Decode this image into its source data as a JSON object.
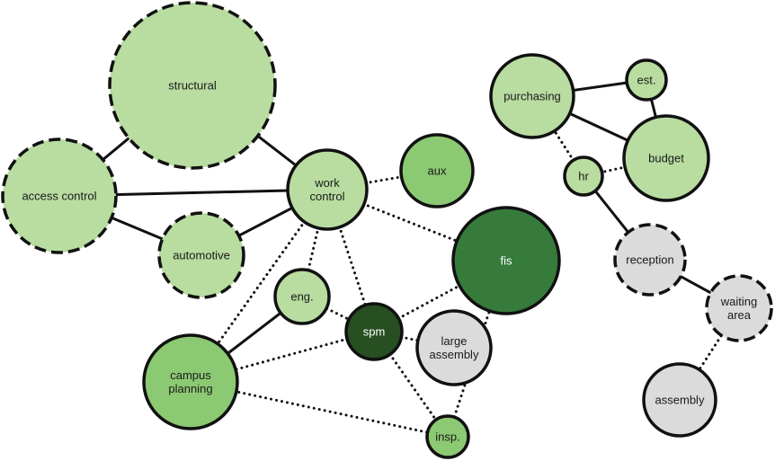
{
  "diagram": {
    "palette": {
      "light_green": "#b9dca0",
      "mid_green": "#8cc973",
      "dark_green": "#367b3b",
      "darkest_green": "#274f22",
      "light_gray": "#dbdbdb",
      "outline": "#111111",
      "text_dark": "#1a1a1a",
      "text_light": "#ffffff"
    },
    "nodes": [
      {
        "id": "structural",
        "lines": [
          "structural"
        ],
        "fill": "light_green",
        "border": "dashed"
      },
      {
        "id": "access-control",
        "lines": [
          "access control"
        ],
        "fill": "light_green",
        "border": "dashed"
      },
      {
        "id": "automotive",
        "lines": [
          "automotive"
        ],
        "fill": "light_green",
        "border": "dashed"
      },
      {
        "id": "work-control",
        "lines": [
          "work",
          "control"
        ],
        "fill": "light_green",
        "border": "solid"
      },
      {
        "id": "aux",
        "lines": [
          "aux"
        ],
        "fill": "mid_green",
        "border": "solid"
      },
      {
        "id": "fis",
        "lines": [
          "fis"
        ],
        "fill": "dark_green",
        "border": "solid"
      },
      {
        "id": "eng",
        "lines": [
          "eng."
        ],
        "fill": "light_green",
        "border": "solid"
      },
      {
        "id": "spm",
        "lines": [
          "spm"
        ],
        "fill": "darkest_green",
        "border": "solid"
      },
      {
        "id": "large-assembly",
        "lines": [
          "large",
          "assembly"
        ],
        "fill": "light_gray",
        "border": "solid"
      },
      {
        "id": "campus-planning",
        "lines": [
          "campus",
          "planning"
        ],
        "fill": "mid_green",
        "border": "solid"
      },
      {
        "id": "insp",
        "lines": [
          "insp."
        ],
        "fill": "mid_green",
        "border": "solid"
      },
      {
        "id": "purchasing",
        "lines": [
          "purchasing"
        ],
        "fill": "light_green",
        "border": "solid"
      },
      {
        "id": "est",
        "lines": [
          "est."
        ],
        "fill": "light_green",
        "border": "solid"
      },
      {
        "id": "budget",
        "lines": [
          "budget"
        ],
        "fill": "light_green",
        "border": "solid"
      },
      {
        "id": "hr",
        "lines": [
          "hr"
        ],
        "fill": "light_green",
        "border": "solid"
      },
      {
        "id": "reception",
        "lines": [
          "reception"
        ],
        "fill": "light_gray",
        "border": "dashed"
      },
      {
        "id": "waiting-area",
        "lines": [
          "waiting",
          "area"
        ],
        "fill": "light_gray",
        "border": "dashed"
      },
      {
        "id": "assembly",
        "lines": [
          "assembly"
        ],
        "fill": "light_gray",
        "border": "solid"
      }
    ],
    "edges": [
      {
        "from": "structural",
        "to": "access-control",
        "style": "solid"
      },
      {
        "from": "structural",
        "to": "work-control",
        "style": "solid"
      },
      {
        "from": "access-control",
        "to": "work-control",
        "style": "solid"
      },
      {
        "from": "access-control",
        "to": "automotive",
        "style": "solid"
      },
      {
        "from": "automotive",
        "to": "work-control",
        "style": "solid"
      },
      {
        "from": "work-control",
        "to": "aux",
        "style": "dotted"
      },
      {
        "from": "work-control",
        "to": "fis",
        "style": "dotted"
      },
      {
        "from": "work-control",
        "to": "eng",
        "style": "dotted"
      },
      {
        "from": "work-control",
        "to": "spm",
        "style": "dotted"
      },
      {
        "from": "work-control",
        "to": "campus-planning",
        "style": "dotted"
      },
      {
        "from": "eng",
        "to": "campus-planning",
        "style": "solid"
      },
      {
        "from": "eng",
        "to": "spm",
        "style": "dotted"
      },
      {
        "from": "spm",
        "to": "fis",
        "style": "dotted"
      },
      {
        "from": "spm",
        "to": "large-assembly",
        "style": "dotted"
      },
      {
        "from": "spm",
        "to": "campus-planning",
        "style": "dotted"
      },
      {
        "from": "spm",
        "to": "insp",
        "style": "dotted"
      },
      {
        "from": "campus-planning",
        "to": "insp",
        "style": "dotted"
      },
      {
        "from": "fis",
        "to": "insp",
        "style": "dotted"
      },
      {
        "from": "purchasing",
        "to": "est",
        "style": "solid"
      },
      {
        "from": "purchasing",
        "to": "budget",
        "style": "solid"
      },
      {
        "from": "est",
        "to": "budget",
        "style": "solid"
      },
      {
        "from": "purchasing",
        "to": "hr",
        "style": "dotted"
      },
      {
        "from": "hr",
        "to": "budget",
        "style": "dotted"
      },
      {
        "from": "hr",
        "to": "reception",
        "style": "solid"
      },
      {
        "from": "reception",
        "to": "waiting-area",
        "style": "solid"
      },
      {
        "from": "waiting-area",
        "to": "assembly",
        "style": "dotted"
      }
    ]
  }
}
